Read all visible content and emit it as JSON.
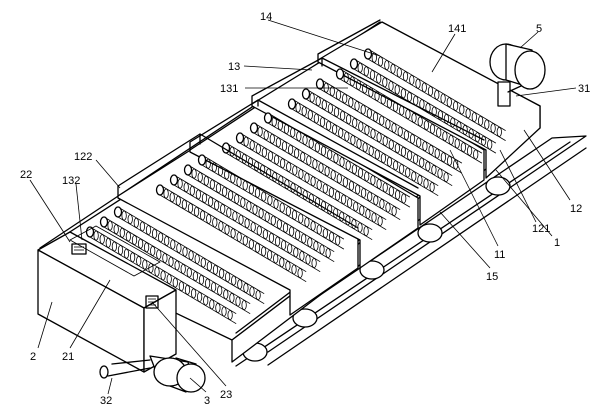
{
  "labels": {
    "l1": "1",
    "l2": "2",
    "l3": "3",
    "l5": "5",
    "l11": "11",
    "l12": "12",
    "l13": "13",
    "l14": "14",
    "l15": "15",
    "l21": "21",
    "l22": "22",
    "l23": "23",
    "l31": "31",
    "l32": "32",
    "l121": "121",
    "l122": "122",
    "l131": "131",
    "l132": "132",
    "l141": "141"
  }
}
